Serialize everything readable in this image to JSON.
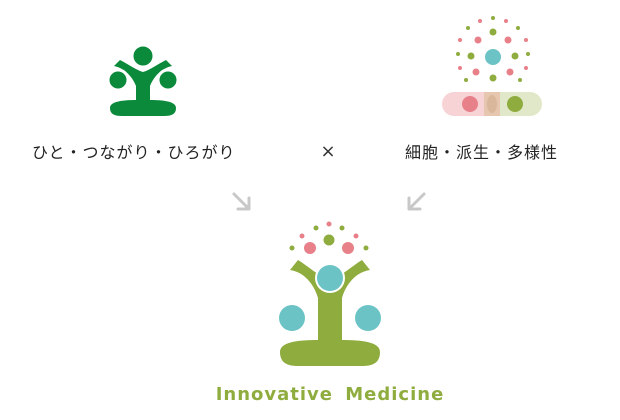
{
  "left_label": "ひと・つながり・ひろがり",
  "operator": "×",
  "right_label": "細胞・派生・多様性",
  "result_label": "Innovative Medicine",
  "icons": {
    "left_logo": "green-person-tree-icon",
    "right_logo": "cell-dots-icon",
    "arrows": "arrow-down-right-icon / arrow-down-left-icon",
    "result_logo": "innovative-medicine-logo-icon"
  },
  "colors": {
    "dark_green": "#0a8a3a",
    "olive_green": "#8fac3f",
    "teal": "#6bc3c5",
    "pink": "#e8808a",
    "arrow_gray": "#c8c8c8",
    "text": "#222222"
  }
}
